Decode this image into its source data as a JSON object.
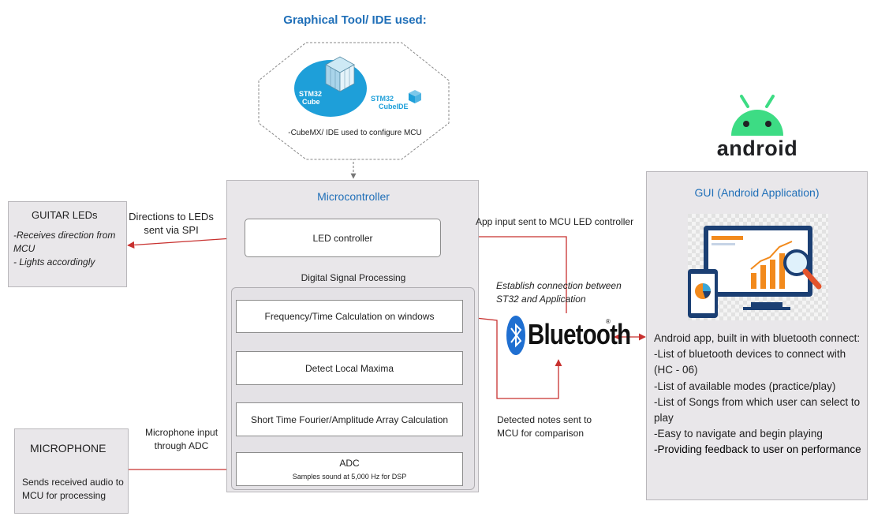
{
  "ide": {
    "heading": "Graphical Tool/ IDE used:",
    "cube_logo_text_1": "STM32",
    "cube_logo_text_2": "Cube",
    "cubeide_logo_text_1": "STM32",
    "cubeide_logo_text_2": "CubeIDE",
    "caption": "-CubeMX/ IDE used to configure MCU"
  },
  "mcu": {
    "title": "Microcontroller",
    "led_controller": "LED controller",
    "dsp_label": "Digital Signal Processing",
    "freq_time": "Frequency/Time  Calculation on windows",
    "local_maxima": "Detect Local Maxima",
    "stft": "Short Time Fourier/Amplitude  Array Calculation",
    "adc_title": "ADC",
    "adc_sub": "Samples sound at 5,000 Hz for DSP"
  },
  "guitar": {
    "title": "GUITAR LEDs",
    "line1": "-Receives direction from MCU",
    "line2": "- Lights accordingly"
  },
  "microphone": {
    "title": "MICROPHONE",
    "desc": "Sends received audio to MCU for processing"
  },
  "edge_labels": {
    "directions": "Directions to LEDs sent via SPI",
    "mic_input": "Microphone input through ADC",
    "app_input": "App input sent to MCU LED controller",
    "establish": "Establish connection between ST32 and Application",
    "detected": "Detected notes sent to MCU for comparison"
  },
  "bluetooth": {
    "wordmark": "Bluetooth",
    "reg": "®"
  },
  "android": {
    "wordmark": "android"
  },
  "gui": {
    "title": "GUI (Android Application)",
    "lines": [
      "Android app, built in with bluetooth connect:",
      "-List of bluetooth devices to connect with (HC - 06)",
      "-List of available modes (practice/play)",
      "-List of Songs from which user can select to play",
      "-Easy to navigate and begin playing",
      "-Providing feedback to user on performance"
    ]
  },
  "colors": {
    "accent_blue": "#1f6fb8",
    "arrow_red": "#c8312f",
    "box_gray": "#e9e7ea",
    "android_green": "#3ddc84",
    "cube_blue": "#1e9fd9"
  }
}
